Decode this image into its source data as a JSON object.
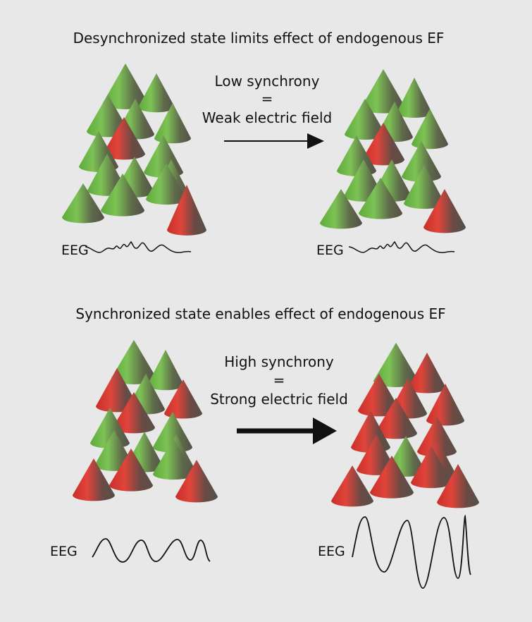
{
  "top_panel": {
    "title": "Desynchronized state limits effect of endogenous EF",
    "arrow_label": [
      "Low synchrony",
      "=",
      "Weak electric field"
    ],
    "eeg_left_label": "EEG",
    "eeg_right_label": "EEG"
  },
  "bottom_panel": {
    "title": "Synchronized state enables effect of endogenous EF",
    "arrow_label": [
      "High synchrony",
      "=",
      "Strong electric field"
    ],
    "eeg_left_label": "EEG",
    "eeg_right_label": "EEG"
  },
  "colors": {
    "background": "#e8e8e8",
    "neuron_inactive": "#5faa3c",
    "neuron_active": "#d8332d",
    "neuron_shadow": "#5a5a4a"
  }
}
